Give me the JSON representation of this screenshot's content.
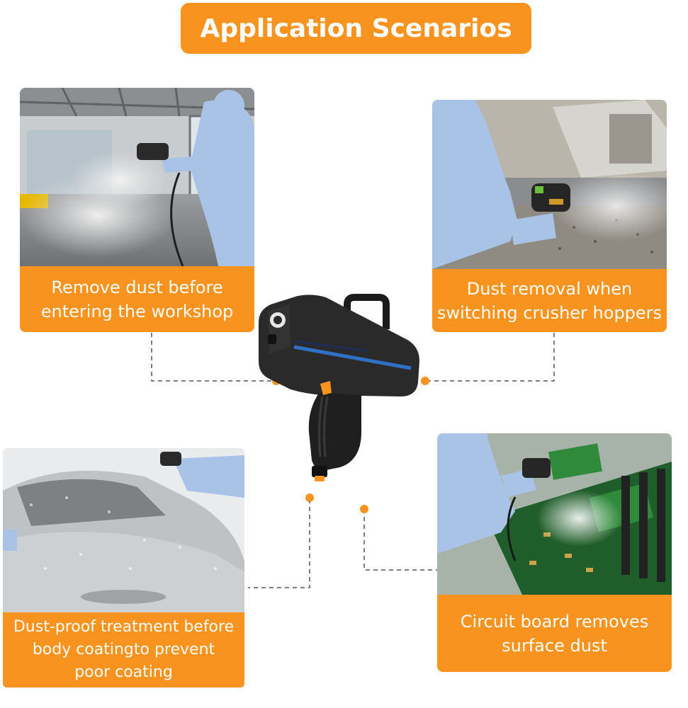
{
  "header": {
    "title": "Application Scenarios"
  },
  "scenarios": [
    {
      "line1": "Remove dust before",
      "line2": "entering the workshop"
    },
    {
      "line1": "Dust removal when",
      "line2": "switching crusher hoppers"
    },
    {
      "line1": "Dust-proof treatment before",
      "line2": "body coatingto prevent",
      "line3": "poor coating"
    },
    {
      "line1": "Circuit board removes",
      "line2": "surface dust"
    }
  ],
  "colors": {
    "accent": "#f7931e",
    "connector": "#555555",
    "product": "#2a2a2a",
    "stripe": "#2f6fc4"
  },
  "icons": [
    "spray-gun-product",
    "connector-dot"
  ]
}
